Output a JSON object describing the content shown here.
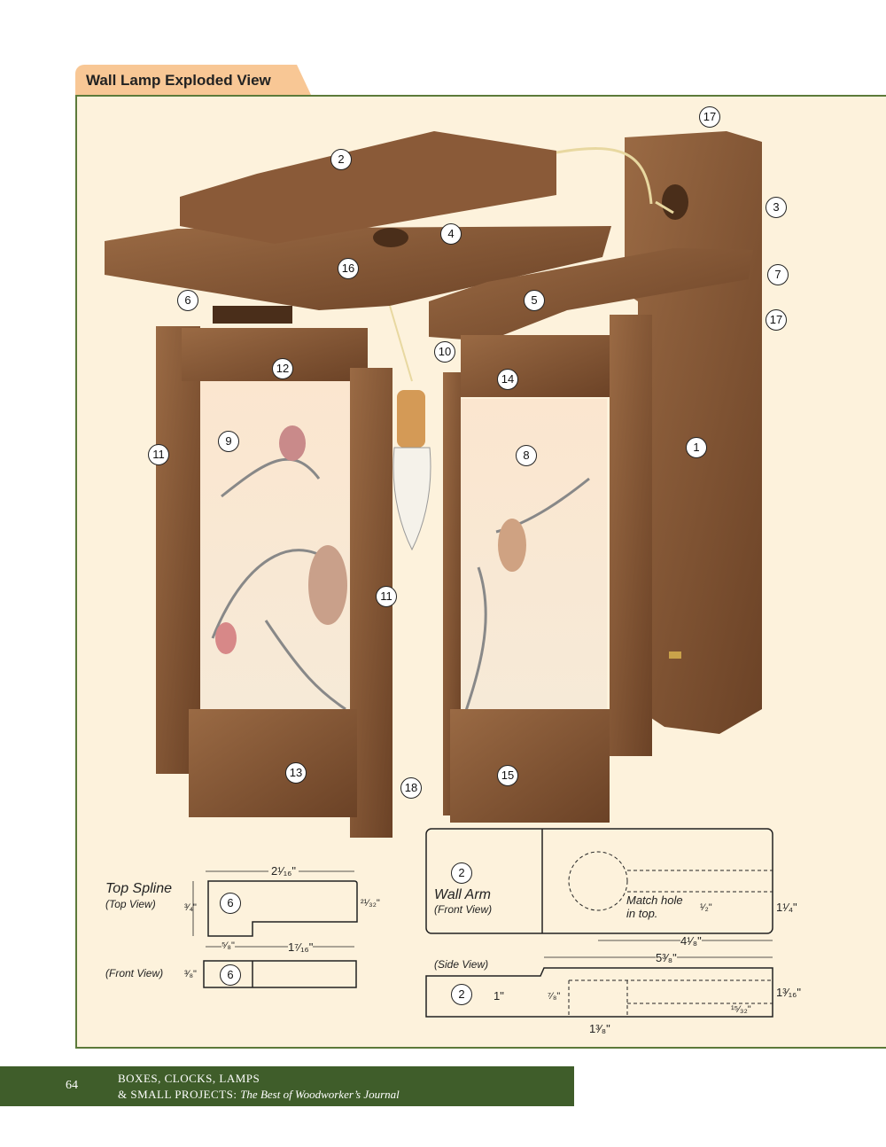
{
  "header": {
    "title": "Wall Lamp Exploded View"
  },
  "callouts": [
    "17",
    "2",
    "3",
    "4",
    "16",
    "7",
    "6",
    "5",
    "17",
    "10",
    "12",
    "14",
    "9",
    "8",
    "1",
    "11",
    "11",
    "13",
    "15",
    "18"
  ],
  "top_spline": {
    "title": "Top Spline",
    "subtitle": "(Top View)",
    "front_label": "(Front View)",
    "part": "6",
    "dims": {
      "length": "2¹⁄₁₆\"",
      "width": "³⁄₄\"",
      "right": "²¹⁄₃₂\"",
      "notch": "⁵⁄₈\"",
      "rest": "1⁷⁄₁₆\"",
      "thickness": "³⁄₈\""
    }
  },
  "wall_arm": {
    "title": "Wall Arm",
    "subtitle": "(Front View)",
    "side_label": "(Side View)",
    "part": "2",
    "note": "Match hole in top.",
    "dims": {
      "half": "¹⁄₂\"",
      "height": "1¹⁄₄\"",
      "hole_offset": "4¹⁄₈\"",
      "top_len": "5³⁄₈\"",
      "side_h": "1\"",
      "hole_depth": "⁷⁄₈\"",
      "total_h": "1³⁄₁₆\"",
      "slot": "¹⁵⁄₃₂\"",
      "hole_w": "1³⁄₈\""
    }
  },
  "footer": {
    "page": "64",
    "line1": "BOXES, CLOCKS, LAMPS",
    "line2": "& SMALL PROJECTS: ",
    "line2_italic": "The Best of Woodworker’s Journal"
  },
  "colors": {
    "wood": "#7a4e2d",
    "panel": "#fdf2dc",
    "tab": "#f8c795",
    "footer": "#3f5d2a"
  }
}
